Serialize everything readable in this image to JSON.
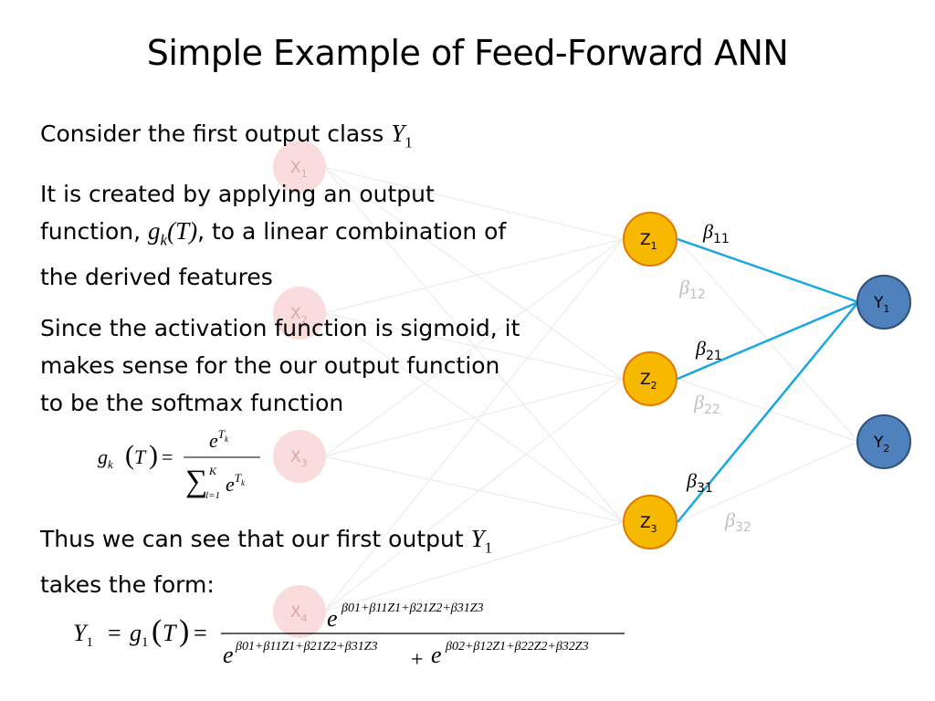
{
  "slide": {
    "title": "Simple Example of Feed-Forward ANN",
    "para1": {
      "text": "Consider the first output class",
      "symbol": "Y",
      "sub": "1"
    },
    "para2": {
      "line1": "It is created by applying an output",
      "line2a": "function,",
      "gk": "g",
      "gk_sub": "k",
      "gk_arg": "(T)",
      "line2b": ", to a linear combination of",
      "line3": "the derived features"
    },
    "para3": {
      "line1": "Since the activation function is sigmoid, it",
      "line2": "makes sense for the our output function",
      "line3": "to be the softmax function"
    },
    "para4": {
      "line1": "Thus we can see that our first output",
      "symbol": "Y",
      "sub": "1",
      "line2": "takes the form:"
    }
  },
  "network": {
    "inputs": [
      {
        "label": "X",
        "sub": "1"
      },
      {
        "label": "X",
        "sub": "2"
      },
      {
        "label": "X",
        "sub": "3"
      },
      {
        "label": "X",
        "sub": "4"
      }
    ],
    "hidden": [
      {
        "label": "Z",
        "sub": "1"
      },
      {
        "label": "Z",
        "sub": "2"
      },
      {
        "label": "Z",
        "sub": "3"
      }
    ],
    "outputs": [
      {
        "label": "Y",
        "sub": "1"
      },
      {
        "label": "Y",
        "sub": "2"
      }
    ],
    "weights": [
      {
        "symbol": "β",
        "sub": "11"
      },
      {
        "symbol": "β",
        "sub": "12"
      },
      {
        "symbol": "β",
        "sub": "21"
      },
      {
        "symbol": "β",
        "sub": "22"
      },
      {
        "symbol": "β",
        "sub": "31"
      },
      {
        "symbol": "β",
        "sub": "32"
      }
    ],
    "colors": {
      "hidden_fill": "#f7b800",
      "hidden_stroke": "#e07b00",
      "output_fill": "#4f81bd",
      "output_stroke": "#2e4f7a",
      "input_fill": "#fbdcdc",
      "highlight_edge": "#1aa7e0",
      "faded_edge": "#e6e6e6",
      "faded_text": "#bfbfbf"
    }
  },
  "formulas": {
    "softmax": {
      "lhs_g": "g",
      "lhs_k": "k",
      "lhs_T": "T",
      "eq": "=",
      "num_e": "e",
      "num_T": "T",
      "num_k": "k",
      "den_sum": "∑",
      "den_K": "K",
      "den_l": "l=1",
      "den_e": "e",
      "den_T": "T",
      "den_k": "k"
    },
    "output": {
      "lhs": "Y",
      "lhs_sub": "1",
      "eq": "=",
      "g": "g",
      "g_sub": "1",
      "T": "T",
      "eq2": "=",
      "num_e": "e",
      "num_exp": "β01+β11Z1+β21Z2+β31Z3",
      "den_e1": "e",
      "den_exp1": "β01+β11Z1+β21Z2+β31Z3",
      "plus": "+",
      "den_e2": "e",
      "den_exp2": "β02+β12Z1+β22Z2+β32Z3"
    }
  }
}
